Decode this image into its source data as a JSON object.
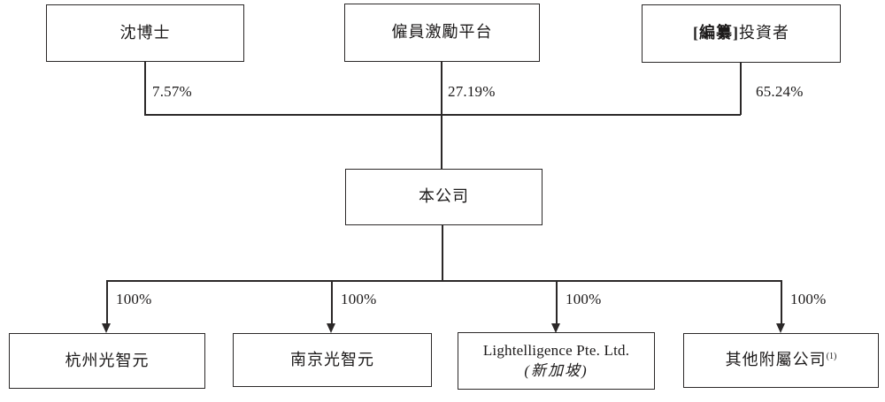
{
  "chart": {
    "title": "shareholding-structure-diagram",
    "top_nodes": [
      {
        "label": "沈博士",
        "ownership": "7.57%"
      },
      {
        "label": "僱員激勵平台",
        "ownership": "27.19%"
      },
      {
        "label_redacted": "[編纂]",
        "label_suffix": "投資者",
        "ownership": "65.24%"
      }
    ],
    "company_node": {
      "label": "本公司"
    },
    "subsidiary_nodes": [
      {
        "label": "杭州光智元",
        "ownership": "100%"
      },
      {
        "label": "南京光智元",
        "ownership": "100%"
      },
      {
        "label_en": "Lightelligence Pte. Ltd.",
        "label_location": "(新加坡)",
        "ownership": "100%"
      },
      {
        "label": "其他附屬公司",
        "footnote_marker": "(1)",
        "ownership": "100%"
      }
    ],
    "colors": {
      "line": "#2b2828",
      "box_border": "#2b2828",
      "text": "#1c1a1a",
      "background": "#ffffff"
    }
  }
}
